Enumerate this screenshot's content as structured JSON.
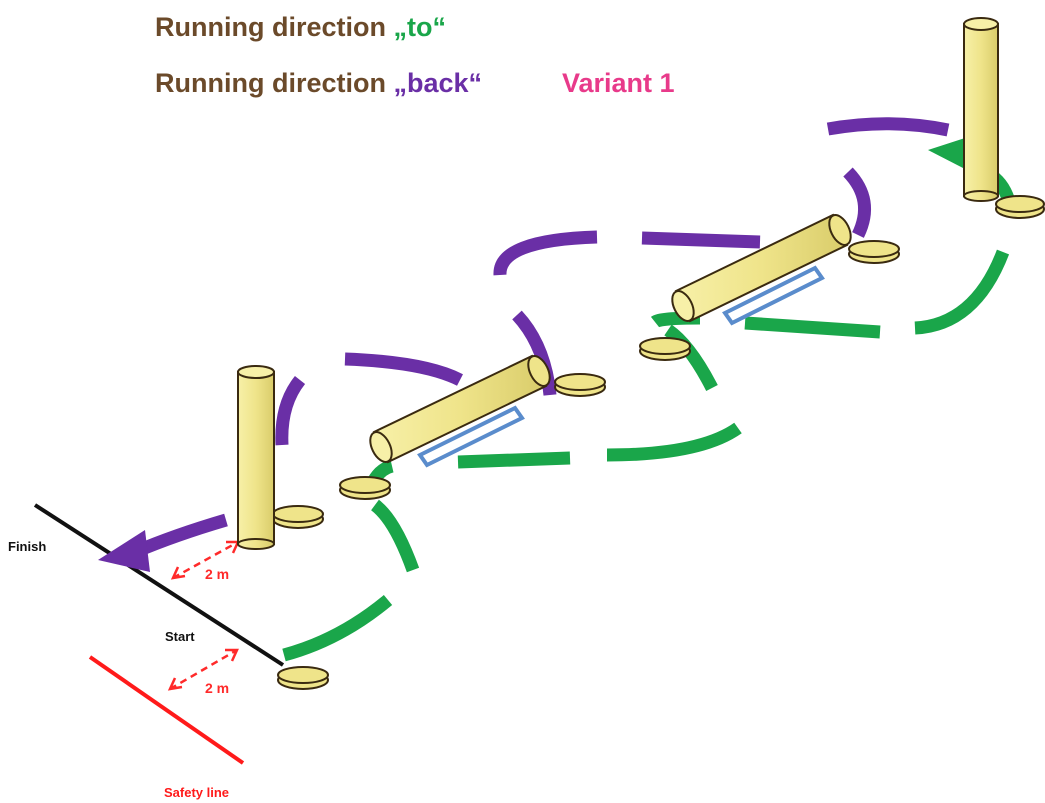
{
  "legend": {
    "line1_prefix": "Running direction ",
    "line1_highlight": "„to“",
    "line2_prefix": "Running direction ",
    "line2_highlight": "„back“",
    "variant": "Variant 1"
  },
  "labels": {
    "finish": "Finish",
    "start": "Start",
    "safety_line": "Safety line",
    "distance_upper": "2 m",
    "distance_lower": "2 m"
  },
  "colors": {
    "text_brown": "#6b4a2a",
    "route_to": "#1aa64a",
    "route_back": "#6a2fa6",
    "variant_pink": "#e83a8a",
    "safety_red": "#ff1a1a",
    "pole_fill": "#efe48a",
    "pole_stroke": "#3a2a10",
    "pad_blue": "#5a8ccc",
    "line_black": "#111111"
  },
  "icons": [
    "standing-pole-icon",
    "lying-pole-icon",
    "disc-marker-icon",
    "arrow-icon"
  ]
}
